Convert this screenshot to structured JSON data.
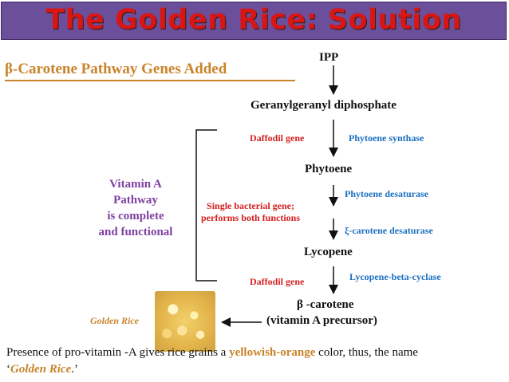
{
  "title": "The Golden Rice: Solution",
  "subtitle": "β-Carotene Pathway Genes Added",
  "pathway": {
    "ipp": "IPP",
    "ggpp": "Geranylgeranyl diphosphate",
    "phytoene": "Phytoene",
    "lycopene": "Lycopene",
    "beta_carotene": "β -carotene",
    "vitamin_a_precursor": "(vitamin A precursor)"
  },
  "genes": {
    "daffodil_1": "Daffodil gene",
    "bacterial_line1": "Single bacterial gene;",
    "bacterial_line2": "performs both functions",
    "daffodil_2": "Daffodil gene"
  },
  "enzymes": {
    "phytoene_synthase": "Phytoene synthase",
    "phytoene_desaturase": "Phytoene desaturase",
    "zeta_carotene_desaturase": "ξ-carotene desaturase",
    "lycopene_cyclase": "Lycopene-beta-cyclase"
  },
  "vitamin_a": {
    "line1": "Vitamin A",
    "line2": "Pathway",
    "line3": "is complete",
    "line4": "and functional"
  },
  "golden_rice_label": "Golden Rice",
  "bottom": {
    "part1": "Presence of pro-vitamin -A gives rice grains a ",
    "highlight": "yellowish-orange",
    "part2": " color, thus, the name",
    "quote_open": "‘",
    "name": "Golden Rice",
    "quote_close": ".’"
  },
  "colors": {
    "title_bg": "#6b4f9a",
    "title_text": "#d91616",
    "accent_orange": "#c8842a",
    "gene_red": "#d42020",
    "enzyme_blue": "#1a6fc0",
    "vitamin_purple": "#7e3fa0"
  }
}
